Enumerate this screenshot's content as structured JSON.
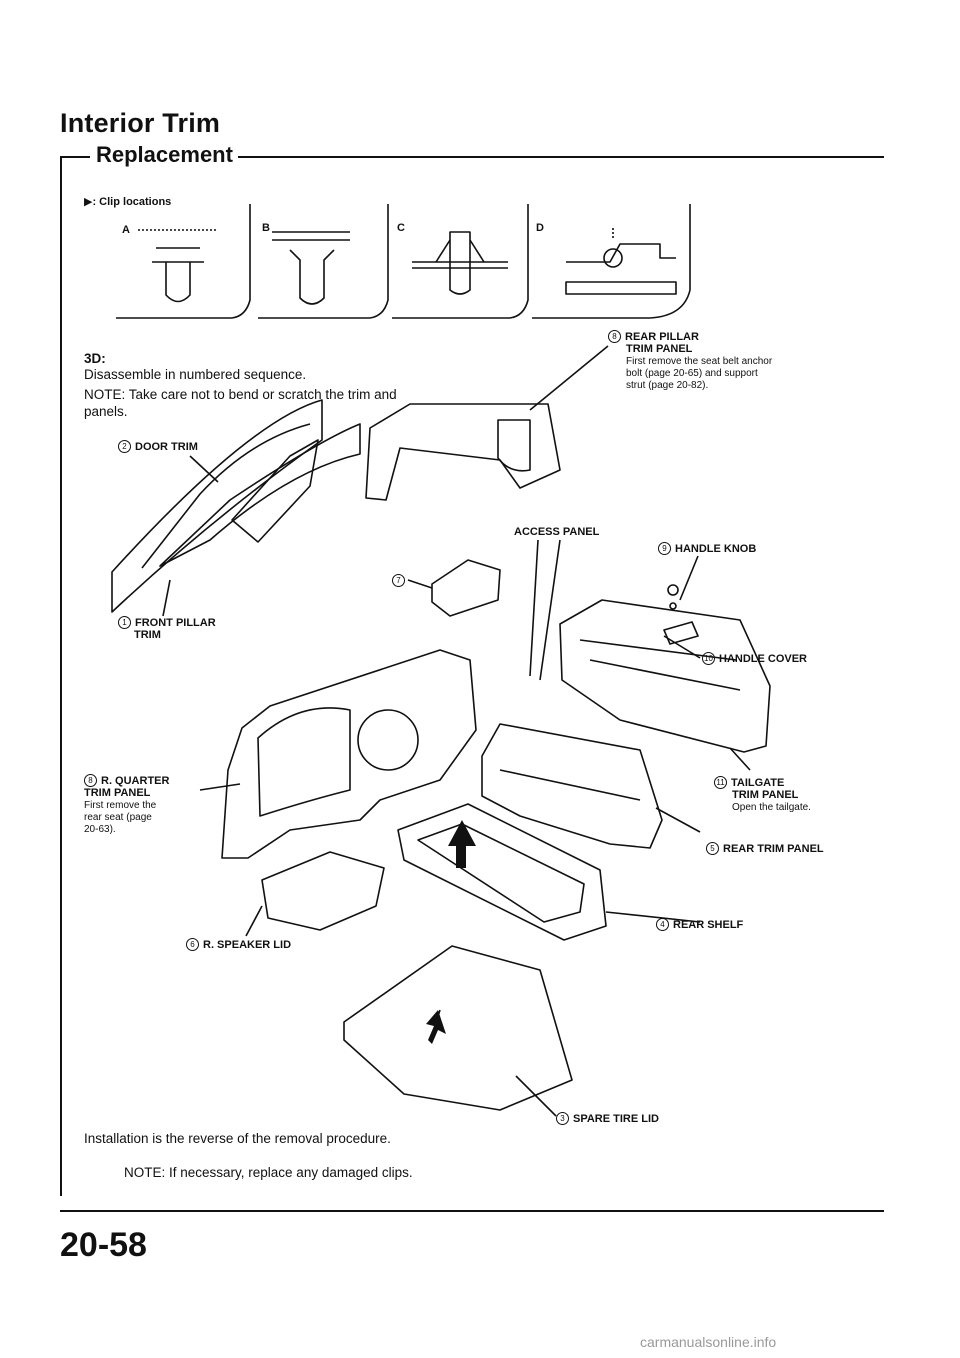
{
  "header": {
    "title": "Interior Trim",
    "subtitle": "Replacement"
  },
  "clip_locations": {
    "label": "▶: Clip locations",
    "types": [
      "A",
      "B",
      "C",
      "D"
    ]
  },
  "model": {
    "label": "3D:",
    "instruction": "Disassemble in numbered sequence.",
    "note": "NOTE: Take care not to bend or scratch the trim and panels."
  },
  "parts": {
    "front_pillar": {
      "num": "1",
      "name_line1": "FRONT PILLAR",
      "name_line2": "TRIM"
    },
    "door_trim": {
      "num": "2",
      "name": "DOOR TRIM"
    },
    "spare_tire_lid": {
      "num": "3",
      "name": "SPARE TIRE LID"
    },
    "rear_shelf": {
      "num": "4",
      "name": "REAR SHELF"
    },
    "rear_trim_panel": {
      "num": "5",
      "name": "REAR TRIM PANEL"
    },
    "speaker_lid": {
      "num": "6",
      "name": "R. SPEAKER LID"
    },
    "part7": {
      "num": "7"
    },
    "quarter_trim": {
      "num": "8",
      "name_line1": "R. QUARTER",
      "name_line2": "TRIM PANEL",
      "note_line1": "First remove the",
      "note_line2": "rear seat (page",
      "note_line3": "20-63)."
    },
    "rear_pillar": {
      "num": "8",
      "name_line1": "REAR PILLAR",
      "name_line2": "TRIM PANEL",
      "note_line1": "First remove the seat belt anchor",
      "note_line2": "bolt (page 20-65) and support",
      "note_line3": "strut (page 20-82)."
    },
    "handle_knob": {
      "num": "9",
      "name": "HANDLE KNOB"
    },
    "handle_cover": {
      "num": "10",
      "name": "HANDLE COVER"
    },
    "tailgate": {
      "num": "11",
      "name_line1": "TAILGATE",
      "name_line2": "TRIM PANEL",
      "note": "Open the tailgate."
    },
    "access_panel": {
      "name": "ACCESS PANEL"
    }
  },
  "footer": {
    "installation": "Installation is the reverse of the removal procedure.",
    "note": "NOTE: If necessary, replace any damaged clips.",
    "page_number": "20-58"
  },
  "watermark": "carmanualsonline.info"
}
